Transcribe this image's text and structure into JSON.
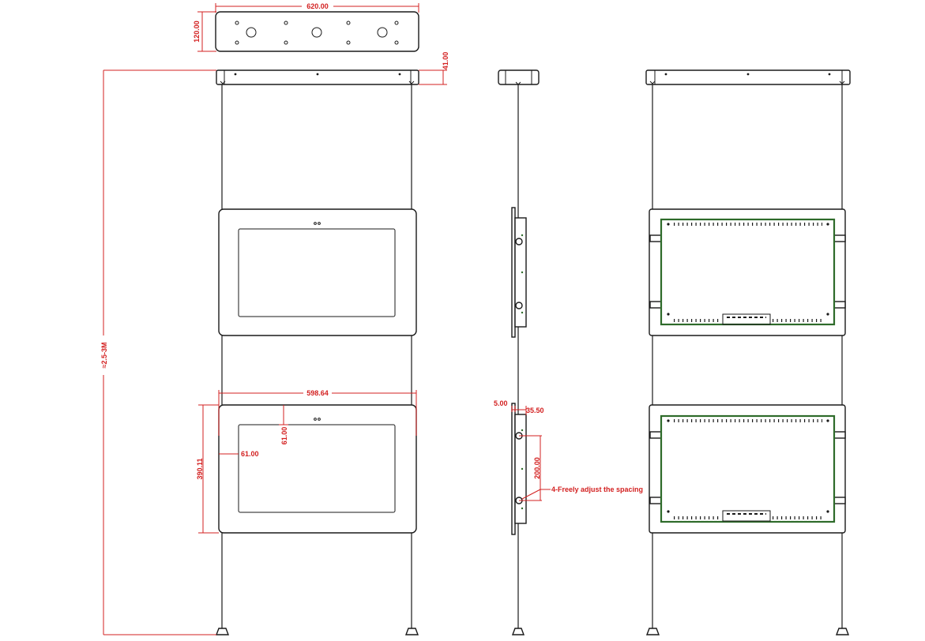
{
  "dimensions": {
    "top_width": "620.00",
    "top_height": "120.00",
    "bar_height": "41.00",
    "total_height": "≈2.5-3M",
    "screen_width": "598.64",
    "screen_height": "390.11",
    "bezel_top": "61.00",
    "bezel_side": "61.00",
    "side_offset": "5.00",
    "side_depth": "35.50",
    "spacing": "200.00",
    "spacing_note": "4-Freely adjust the spacing"
  },
  "colors": {
    "dimension": "#d32020",
    "outline": "#1a1a1a",
    "rear_frame": "#2e6b2a"
  }
}
